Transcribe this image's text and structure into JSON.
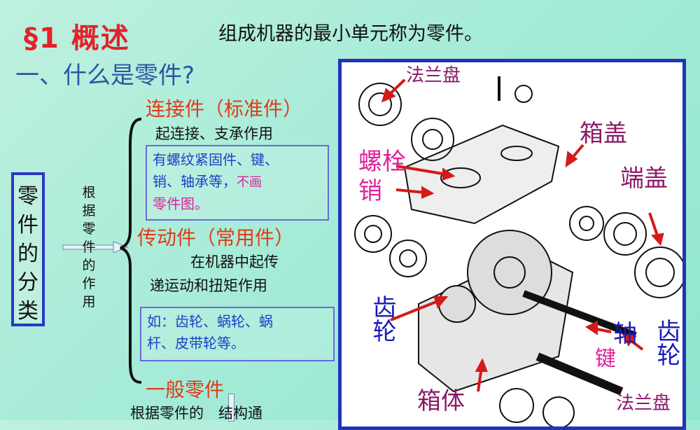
{
  "header": {
    "section": "§1  概述",
    "definition": "组成机器的最小单元称为零件。"
  },
  "question": "一、什么是零件?",
  "classification": {
    "box_label": "零件的分类",
    "vertical_label": "根据零件的作用"
  },
  "connect": {
    "title": "连接件（标准件）",
    "desc": "起连接、支承作用",
    "box_line1": "有螺纹紧固件、键、",
    "box_line2_main": "销、轴承等，",
    "box_line2_pink": "不画",
    "box_line3": "零件图。"
  },
  "transmit": {
    "title": "传动件（常用件）",
    "desc1": "在机器中起传",
    "desc2": "递运动和扭矩作用",
    "box_line1": "如：齿轮、蜗轮、蜗",
    "box_line2": "杆、皮带轮等。"
  },
  "general": {
    "title": "一般零件",
    "desc": "根据零件的　结构通"
  },
  "figure_labels": {
    "flange_top": "法兰盘",
    "cover": "箱盖",
    "bolt": "螺栓",
    "pin": "销",
    "end_cap": "端盖",
    "gear_left": "齿轮",
    "shaft": "轴",
    "gear_right": "齿轮",
    "key": "键",
    "box_body": "箱体",
    "flange_bottom": "法兰盘"
  },
  "colors": {
    "accent_red": "#e4222b",
    "blue": "#2233b8",
    "purple": "#8a1a6a",
    "magenta": "#e0209c"
  }
}
